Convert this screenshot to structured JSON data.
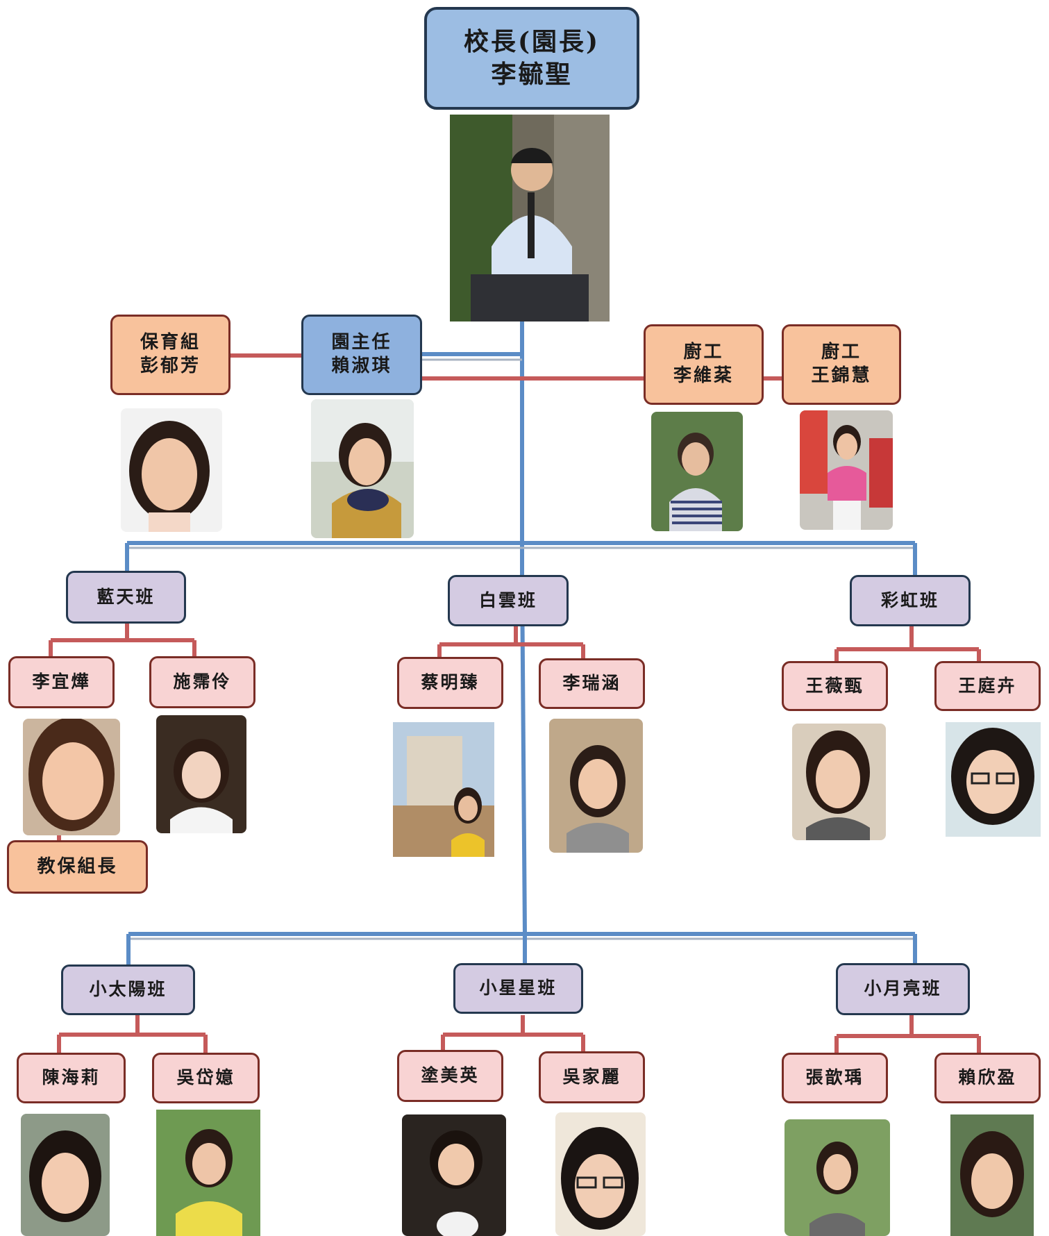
{
  "principal": {
    "title": "校長(園長)",
    "name": "李毓聖"
  },
  "director": {
    "title": "園主任",
    "name": "賴淑琪"
  },
  "care_group": {
    "title": "保育組",
    "name": "彭郁芳"
  },
  "cook1": {
    "title": "廚工",
    "name": "李維棻"
  },
  "cook2": {
    "title": "廚工",
    "name": "王錦慧"
  },
  "classes": {
    "blue_sky": {
      "name": "藍天班",
      "t1": "李宜燁",
      "t2": "施霈伶",
      "lead": "教保組長"
    },
    "white_cloud": {
      "name": "白雲班",
      "t1": "蔡明臻",
      "t2": "李瑞涵"
    },
    "rainbow": {
      "name": "彩虹班",
      "t1": "王薇甄",
      "t2": "王庭卉"
    },
    "sun": {
      "name": "小太陽班",
      "t1": "陳海莉",
      "t2": "吳岱嬑"
    },
    "star": {
      "name": "小星星班",
      "t1": "塗美英",
      "t2": "吳家麗"
    },
    "moon": {
      "name": "小月亮班",
      "t1": "張歆瑀",
      "t2": "賴欣盈"
    }
  }
}
